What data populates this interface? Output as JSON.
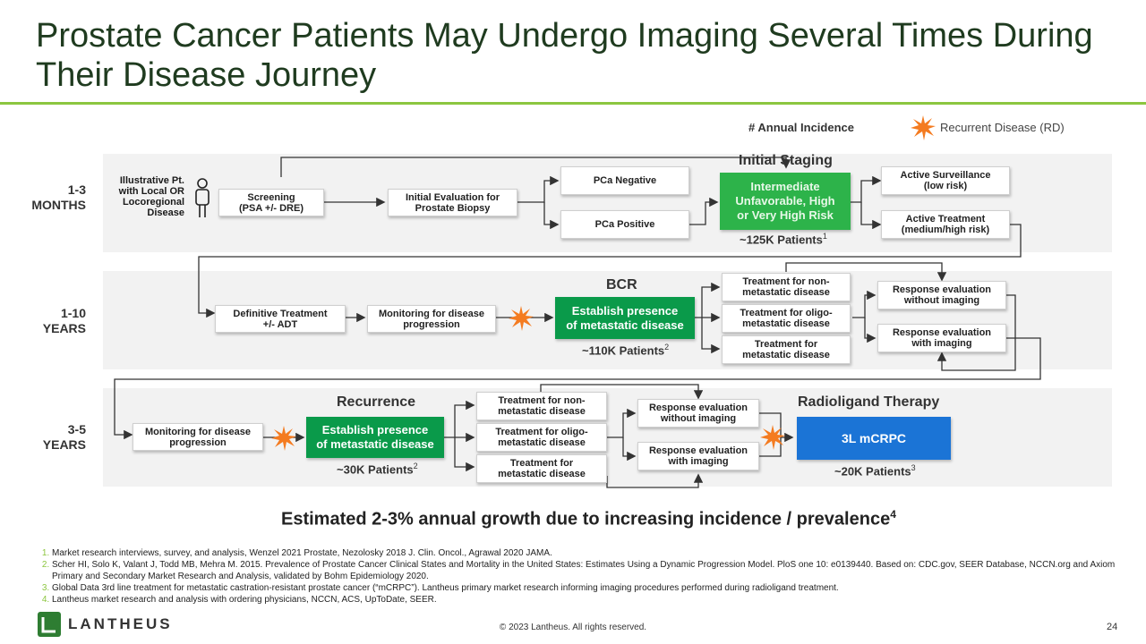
{
  "title": "Prostate Cancer Patients May Undergo Imaging Several Times During Their Disease Journey",
  "legend": {
    "incidence_label": "# Annual Incidence",
    "recurrent_label": "Recurrent Disease (RD)"
  },
  "rows": {
    "r1": {
      "label": "1-3\nMONTHS",
      "illustrative": "Illustrative Pt.\nwith Local OR\nLocoregional\nDisease",
      "screening": "Screening\n(PSA +/- DRE)",
      "initial_eval": "Initial Evaluation for\nProstate Biopsy",
      "pca_negative": "PCa Negative",
      "pca_positive": "PCa Positive",
      "stage_title": "Initial Staging",
      "staging_box": "Intermediate\nUnfavorable, High\nor Very High Risk",
      "patients": "~125K Patients",
      "patients_ref": "1",
      "active_surveillance": "Active Surveillance\n(low risk)",
      "active_treatment": "Active Treatment\n(medium/high risk)"
    },
    "r2": {
      "label": "1-10\nYEARS",
      "definitive": "Definitive Treatment\n+/- ADT",
      "monitoring": "Monitoring for disease\nprogression",
      "stage_title": "BCR",
      "establish": "Establish presence\nof metastatic disease",
      "patients": "~110K Patients",
      "patients_ref": "2",
      "tx_nonmet": "Treatment for non-\nmetastatic disease",
      "tx_oligo": "Treatment for oligo-\nmetastatic disease",
      "tx_met": "Treatment for\nmetastatic disease",
      "resp_without": "Response evaluation\nwithout imaging",
      "resp_with": "Response evaluation\nwith imaging"
    },
    "r3": {
      "label": "3-5\nYEARS",
      "monitoring": "Monitoring for disease\nprogression",
      "stage_title": "Recurrence",
      "establish": "Establish presence\nof metastatic disease",
      "patients": "~30K Patients",
      "patients_ref": "2",
      "tx_nonmet": "Treatment for non-\nmetastatic disease",
      "tx_oligo": "Treatment for oligo-\nmetastatic disease",
      "tx_met": "Treatment for\nmetastatic disease",
      "resp_without": "Response evaluation\nwithout imaging",
      "resp_with": "Response evaluation\nwith imaging",
      "rlt_title": "Radioligand Therapy",
      "rlt_box": "3L mCRPC",
      "rlt_patients": "~20K Patients",
      "rlt_ref": "3"
    }
  },
  "growth": {
    "text": "Estimated 2-3% annual growth due to increasing incidence / prevalence",
    "ref": "4"
  },
  "footnotes": [
    "Market research interviews, survey, and analysis, Wenzel 2021 Prostate, Nezolosky 2018 J. Clin. Oncol., Agrawal 2020 JAMA.",
    "Scher HI, Solo K, Valant J, Todd MB, Mehra M. 2015. Prevalence of Prostate Cancer Clinical States and Mortality in the United States: Estimates Using a Dynamic Progression Model. PloS one 10: e0139440.  Based on: CDC.gov, SEER Database,  NCCN.org and Axiom Primary and Secondary Market Research and Analysis, validated by Bohm Epidemiology 2020.",
    "Global Data 3rd line treatment for metastatic castration-resistant prostate cancer (“mCRPC”). Lantheus primary market research informing imaging procedures performed during radioligand treatment.",
    "Lantheus market research and analysis with ordering physicians, NCCN, ACS, UpToDate, SEER."
  ],
  "logo_text": "LANTHEUS",
  "copyright": "© 2023 Lantheus. All rights reserved.",
  "page_number": "24",
  "colors": {
    "accent_green": "#8cc63f",
    "dark_green": "#0a9a4a",
    "blue": "#1b74d6",
    "starburst": "#f47b20"
  }
}
